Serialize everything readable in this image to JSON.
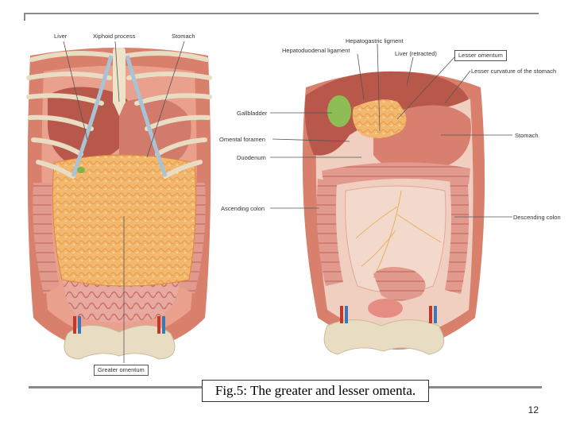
{
  "labels": {
    "liver": "Liver",
    "xiphoid": "Xiphoid process",
    "stomach_left": "Stomach",
    "greater_omentum": "Greater omentum",
    "hepatogastric": "Hepatogastric ligment",
    "hepatoduodenal": "Hepatoduodenal ligament",
    "liver_retracted": "Liver (retracted)",
    "lesser_omentum": "Lesser omentum",
    "lesser_curvature": "Lesser curvature of the stomach",
    "gallbladder": "Gallbladder",
    "omental_foramen": "Omental foramen",
    "duodenum": "Duodenum",
    "stomach_right": "Stomach",
    "ascending_colon": "Ascending colon",
    "descending_colon": "Descending colon"
  },
  "caption": "Fig.5: The greater and lesser omenta.",
  "page_number": "12"
}
